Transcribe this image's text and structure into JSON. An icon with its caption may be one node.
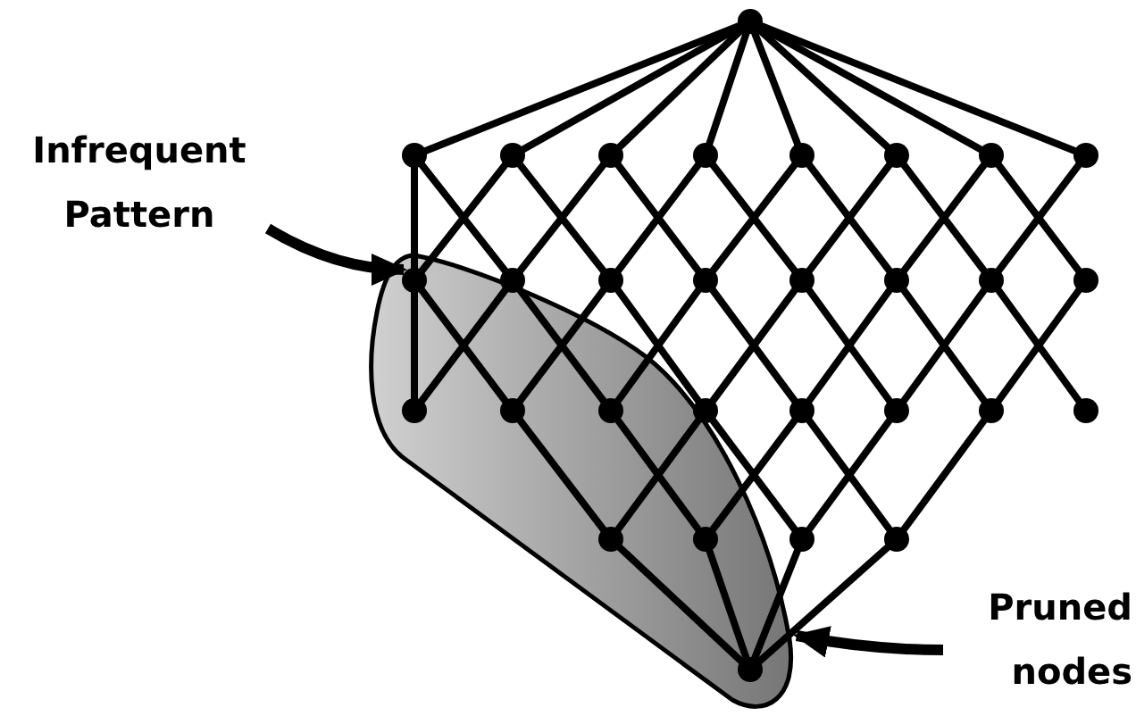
{
  "diagram": {
    "nodes": [
      {
        "text": [
          "Infrequent Pattern"
        ]
      },
      {
        "text": [],
        "shape": "circle",
        "in": 2
      },
      {
        "text": [],
        "shape": "blob"
      },
      {
        "text": [
          "Pruned nodes"
        ]
      }
    ],
    "edges": [
      {
        "from": 0,
        "to": 1,
        "arrow": "to"
      },
      {
        "from": 3,
        "to": 2,
        "arrow": "to"
      }
    ]
  }
}
